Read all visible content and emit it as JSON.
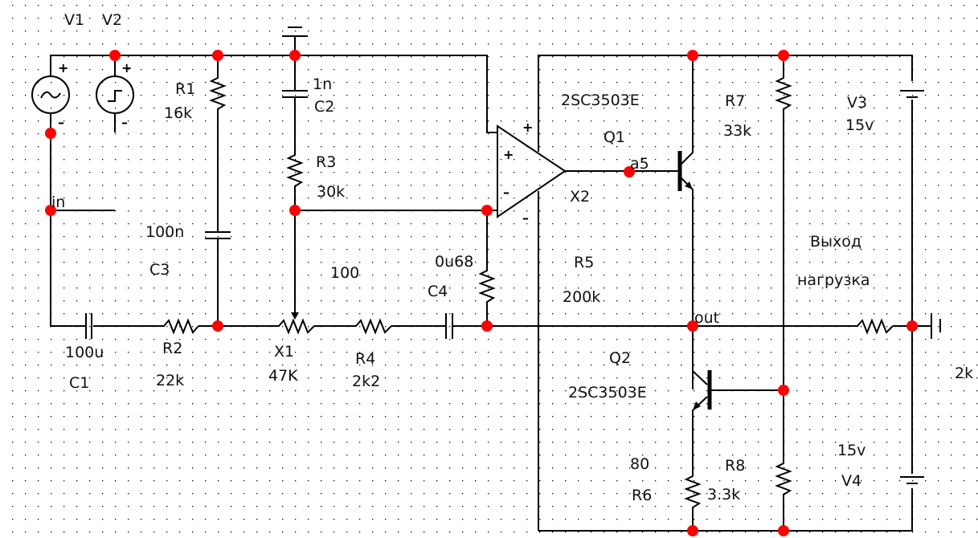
{
  "schematic": {
    "title": "",
    "components": {
      "V1": {
        "ref": "V1",
        "type": "ac-voltage-source"
      },
      "V2": {
        "ref": "V2",
        "type": "pulse-voltage-source"
      },
      "R1": {
        "ref": "R1",
        "value": "16k"
      },
      "R2": {
        "ref": "R2",
        "value": "22k"
      },
      "R3": {
        "ref": "R3",
        "value": "30k"
      },
      "R4": {
        "ref": "R4",
        "value": "2k2"
      },
      "R5": {
        "ref": "R5",
        "value": "200k"
      },
      "R6": {
        "ref": "R6",
        "value": "80"
      },
      "R7": {
        "ref": "R7",
        "value": "33k"
      },
      "R8": {
        "ref": "R8",
        "value": "3.3k"
      },
      "RL": {
        "value": "2k"
      },
      "C1": {
        "ref": "C1",
        "value": "100u"
      },
      "C2": {
        "ref": "C2",
        "value": "1n"
      },
      "C3": {
        "ref": "C3",
        "value": "100n"
      },
      "C4": {
        "ref": "C4",
        "value": "0u68"
      },
      "X1": {
        "ref": "X1",
        "value": "47K",
        "extra": "100"
      },
      "X2": {
        "ref": "X2",
        "type": "op-amp"
      },
      "Q1": {
        "ref": "Q1",
        "model": "2SC3503E",
        "pin_label": "a5"
      },
      "Q2": {
        "ref": "Q2",
        "model": "2SC3503E"
      },
      "V3": {
        "ref": "V3",
        "value": "15v"
      },
      "V4": {
        "ref": "V4",
        "value": "15v"
      }
    },
    "net_labels": {
      "in": "in",
      "out": "out"
    },
    "annotations": {
      "output": "Выход",
      "load": "нагрузка"
    },
    "pins": {
      "plus": "+",
      "minus": "–"
    },
    "colors": {
      "wire": "#000000",
      "node": "#ff0000",
      "grid": "#000000",
      "background": "#ffffff"
    }
  }
}
